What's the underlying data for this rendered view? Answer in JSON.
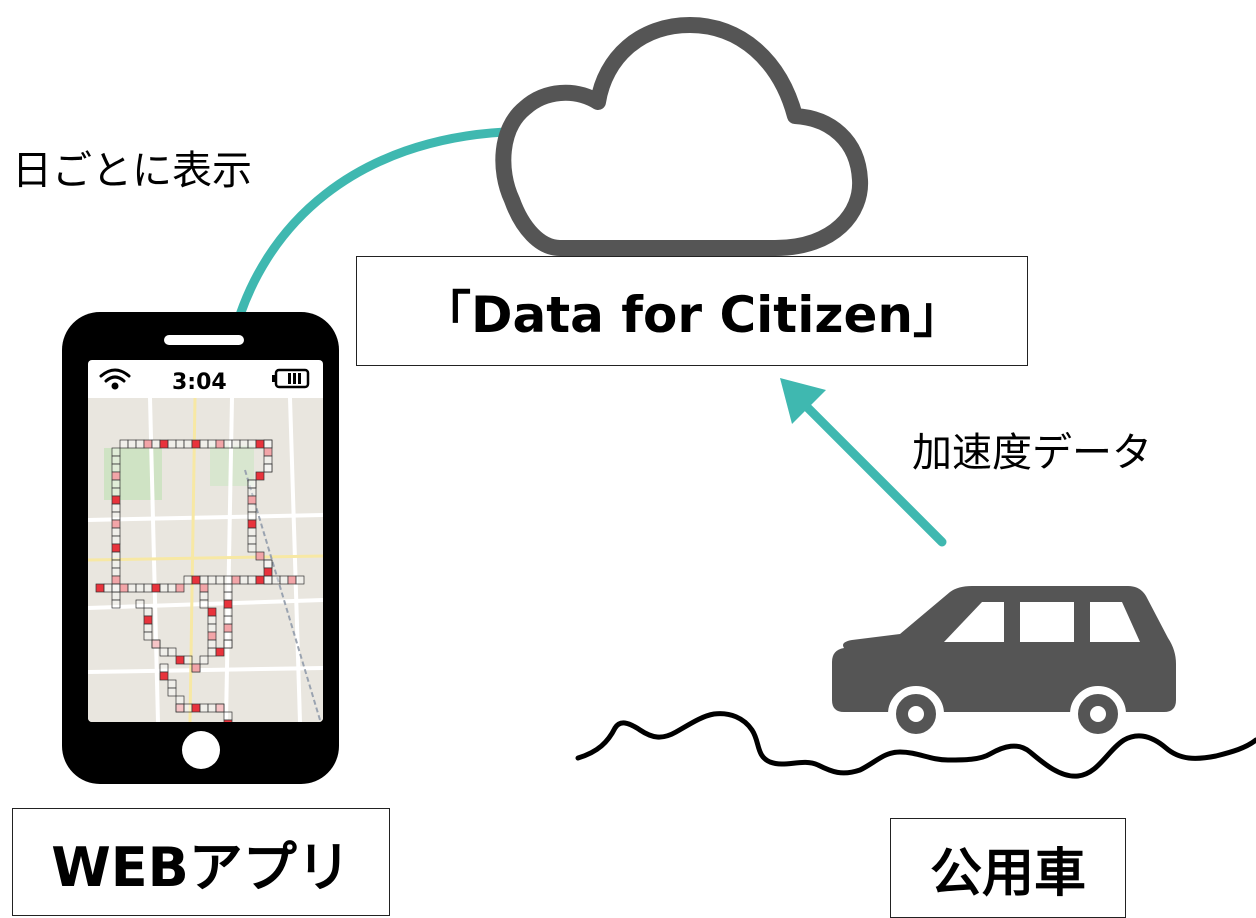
{
  "labels": {
    "daily_display": "日ごとに表示",
    "acceleration_data": "加速度データ",
    "service_name": "「Data for Citizen」",
    "web_app": "WEBアプリ",
    "public_vehicle": "公用車"
  },
  "phone": {
    "status_time": "3:04"
  },
  "colors": {
    "arrow_teal": "#3fb8b0",
    "icon_gray": "#555555",
    "cell_red": "#e8333c",
    "cell_pink": "#f2a5a8",
    "map_bg": "#e9e6df"
  },
  "icons": {
    "cloud": "cloud-icon",
    "phone": "smartphone-icon",
    "car": "car-icon",
    "wifi": "wifi-icon",
    "battery": "battery-icon"
  }
}
